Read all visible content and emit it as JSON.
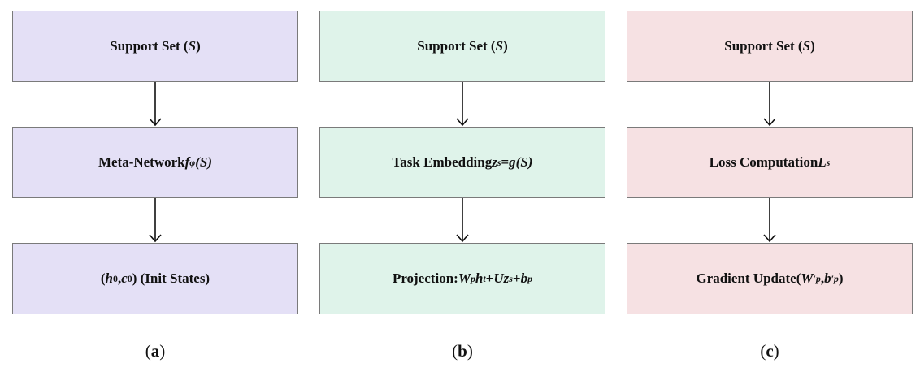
{
  "colors": {
    "panel_a_fill": "#e4e0f6",
    "panel_b_fill": "#dff3ea",
    "panel_c_fill": "#f6e1e3",
    "border": "#7a7a7a",
    "arrow": "#111111"
  },
  "panels": [
    {
      "caption": {
        "open": "(",
        "letter": "a",
        "close": ")"
      },
      "boxes": [
        {
          "text": "Support Set (",
          "math": "S",
          "suffix": ")"
        },
        {
          "text": "Meta-Network ",
          "math_f": "f",
          "math_sub": "φ",
          "math_arg": "(S)"
        },
        {
          "pre": "(",
          "h": "h",
          "h_sub": "0",
          "sep": ", ",
          "c": "c",
          "c_sub": "0",
          "post": ") (Init States)"
        }
      ]
    },
    {
      "caption": {
        "open": "(",
        "letter": "b",
        "close": ")"
      },
      "boxes": [
        {
          "text": "Support Set (",
          "math": "S",
          "suffix": ")"
        },
        {
          "text": "Task Embedding ",
          "z": "z",
          "z_sub": "s",
          "eq": " = ",
          "g": "g",
          "arg": "(S)"
        },
        {
          "text": "Projection: ",
          "W": "W",
          "W_sub": "p",
          "h": "h",
          "h_sub": "t",
          "plus1": " + ",
          "U": "U",
          "z": "z",
          "z_sub": "s",
          "plus2": " + ",
          "b": "b",
          "b_sub": "p"
        }
      ]
    },
    {
      "caption": {
        "open": "(",
        "letter": "c",
        "close": ")"
      },
      "boxes": [
        {
          "text": "Support Set (",
          "math": "S",
          "suffix": ")"
        },
        {
          "text": "Loss Computation ",
          "L": "L",
          "L_sub": "s"
        },
        {
          "text": "Gradient Update ",
          "open": "(",
          "W": "W",
          "W_sup": "′",
          "W_sub": "p",
          "sep": ", ",
          "b": "b",
          "b_sup": "′",
          "b_sub": "p",
          "close": ")"
        }
      ]
    }
  ]
}
